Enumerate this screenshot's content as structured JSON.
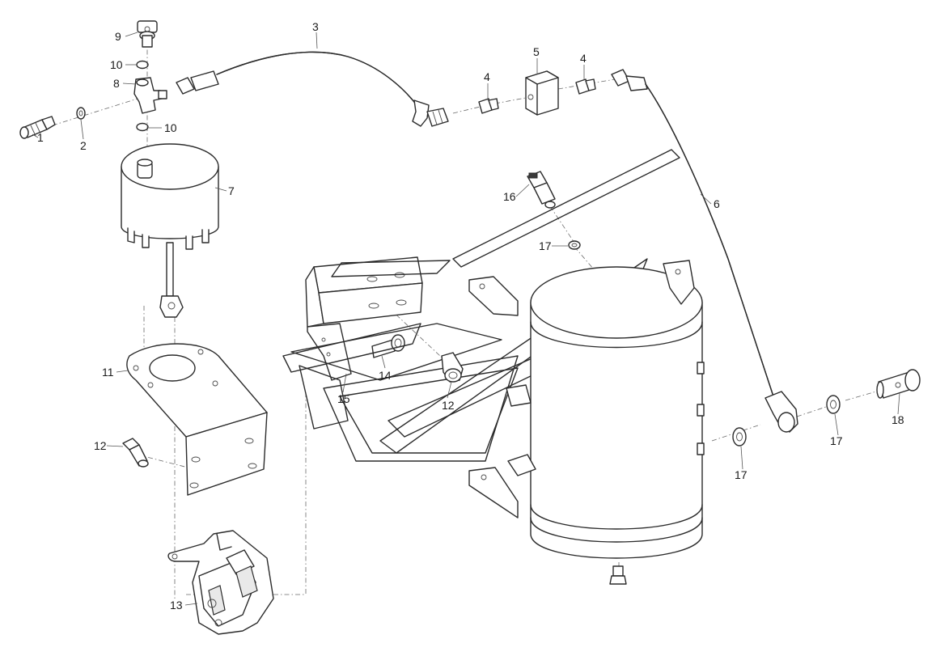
{
  "callouts": [
    {
      "id": "c1",
      "text": "1"
    },
    {
      "id": "c2",
      "text": "2"
    },
    {
      "id": "c3",
      "text": "3"
    },
    {
      "id": "c4a",
      "text": "4"
    },
    {
      "id": "c4b",
      "text": "4"
    },
    {
      "id": "c5",
      "text": "5"
    },
    {
      "id": "c6",
      "text": "6"
    },
    {
      "id": "c7",
      "text": "7"
    },
    {
      "id": "c8",
      "text": "8"
    },
    {
      "id": "c9",
      "text": "9"
    },
    {
      "id": "c10a",
      "text": "10"
    },
    {
      "id": "c10b",
      "text": "10"
    },
    {
      "id": "c11",
      "text": "11"
    },
    {
      "id": "c12a",
      "text": "12"
    },
    {
      "id": "c12b",
      "text": "12"
    },
    {
      "id": "c13",
      "text": "13"
    },
    {
      "id": "c14",
      "text": "14"
    },
    {
      "id": "c15",
      "text": "15"
    },
    {
      "id": "c16",
      "text": "16"
    },
    {
      "id": "c17a",
      "text": "17"
    },
    {
      "id": "c17b",
      "text": "17"
    },
    {
      "id": "c17c",
      "text": "17"
    },
    {
      "id": "c18",
      "text": "18"
    }
  ]
}
